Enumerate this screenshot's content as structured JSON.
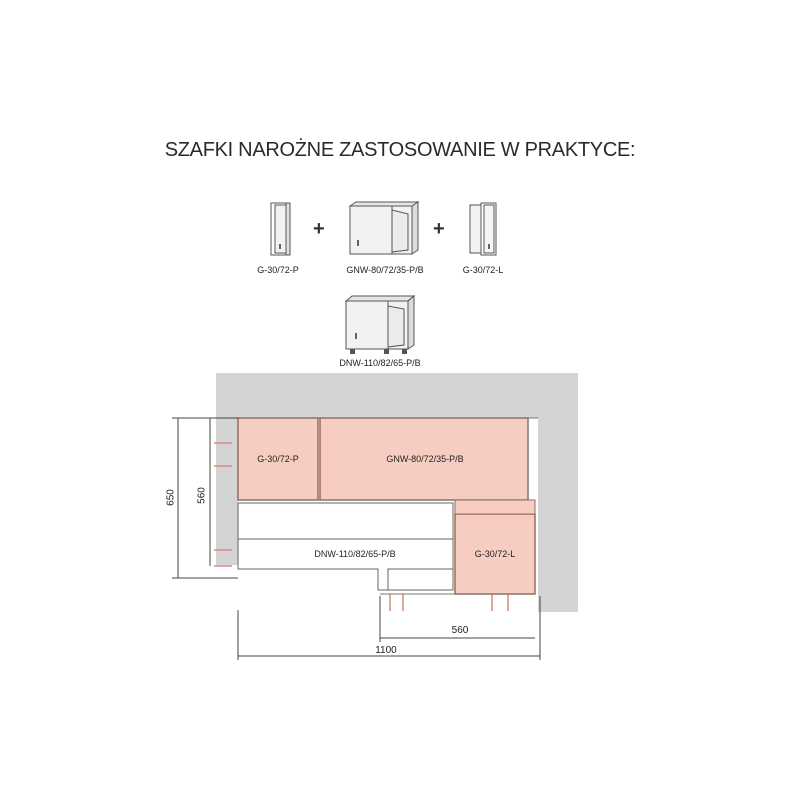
{
  "title": "SZAFKI NAROŻNE ZASTOSOWANIE W PRAKTYCE:",
  "plus_sign": "+",
  "cabinets": {
    "top_left": "G-30/72-P",
    "top_middle": "GNW-80/72/35-P/B",
    "top_right": "G-30/72-L",
    "base": "DNW-110/82/65-P/B"
  },
  "plan_labels": {
    "g_left": "G-30/72-P",
    "gnw": "GNW-80/72/35-P/B",
    "dnw": "DNW-110/82/65-P/B",
    "g_right": "G-30/72-L"
  },
  "dimensions": {
    "height_outer": "650",
    "height_inner": "560",
    "width_partial": "560",
    "width_total": "1100"
  },
  "colors": {
    "wall": "#d4d4d4",
    "upper_cabinet_fill": "#f6cdc0",
    "upper_cabinet_stroke": "#9a6a5c",
    "leg": "#d98a80",
    "outline": "#555555"
  }
}
